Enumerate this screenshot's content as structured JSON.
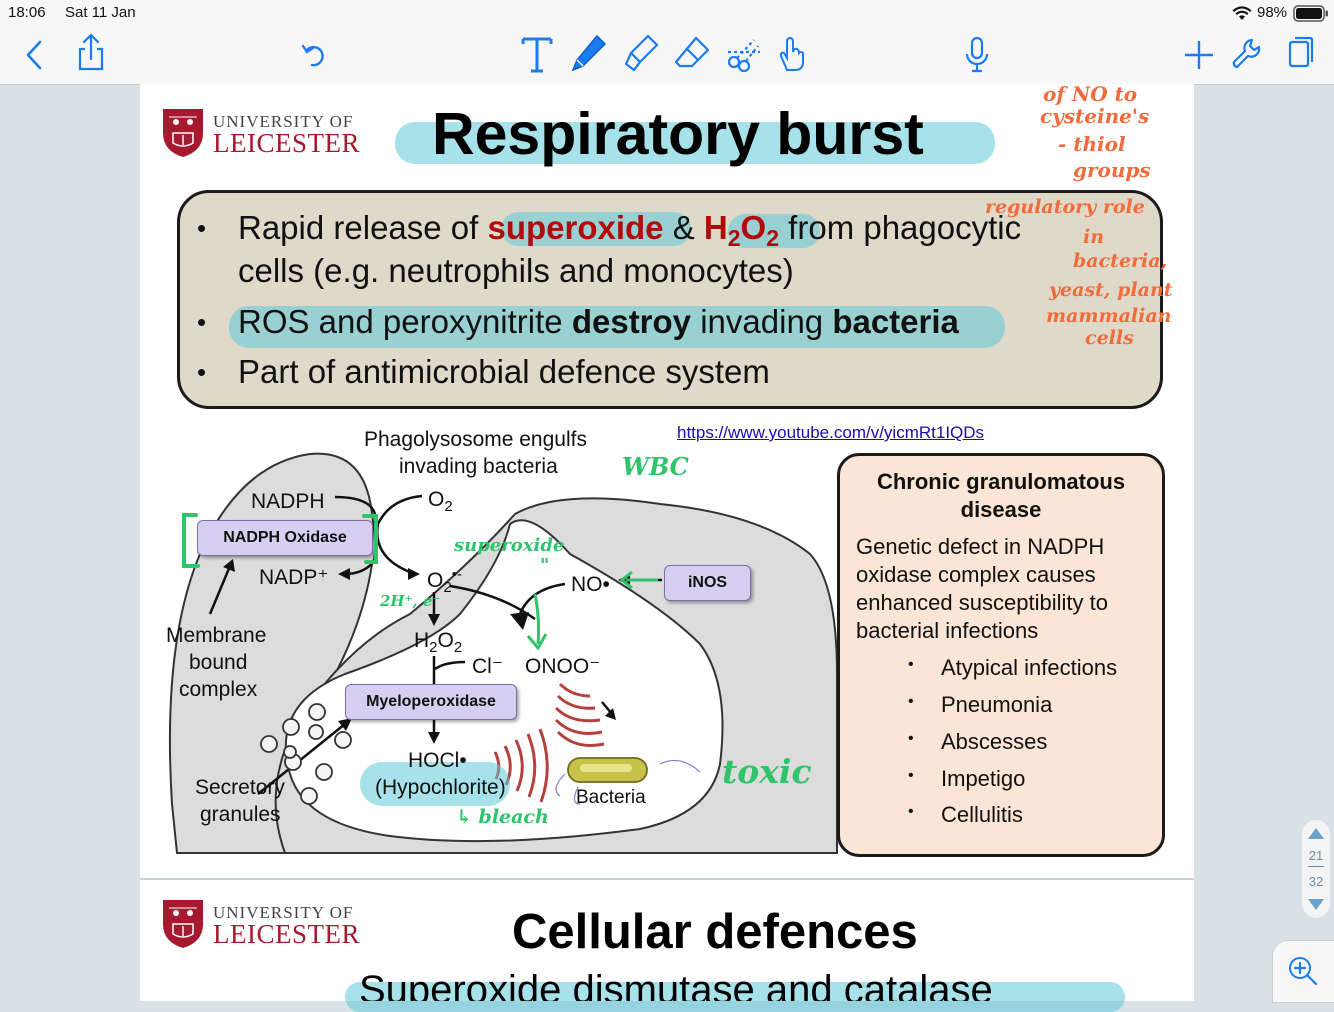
{
  "status_bar": {
    "time": "18:06",
    "date": "Sat 11 Jan",
    "battery": "98%"
  },
  "toolbar": {
    "left_icons": [
      "back-icon",
      "share-icon",
      "undo-icon"
    ],
    "center_icons": [
      "text-tool-icon",
      "pen-icon",
      "highlighter-icon",
      "eraser-icon",
      "lasso-scissors-icon",
      "hand-touch-icon"
    ],
    "right_icons": [
      "microphone-icon",
      "add-icon",
      "wrench-icon",
      "pages-icon"
    ]
  },
  "slide1": {
    "logo_line1": "UNIVERSITY OF",
    "logo_line2": "LEICESTER",
    "title": "Respiratory burst",
    "bullets": {
      "b1_pre": "Rapid release of ",
      "b1_superoxide": "superoxide",
      "b1_amp": " & ",
      "b1_h": "H",
      "b1_2a": "2",
      "b1_o": "O",
      "b1_2b": "2",
      "b1_post": " from phagocytic",
      "b1_line2": "cells (e.g. neutrophils and monocytes)",
      "b2_pre": "ROS and peroxynitrite ",
      "b2_destroy": "destroy",
      "b2_mid": " invading ",
      "b2_bacteria": "bacteria",
      "b3": "Part of antimicrobial defence system",
      "bullet_char": "•"
    },
    "diagram": {
      "caption1": "Phagolysosome engulfs",
      "caption2": "invading bacteria",
      "nadph": "NADPH",
      "nadph_oxidase": "NADPH Oxidase",
      "nadp": "NADP⁺",
      "o2_top": "O",
      "o2_top_sub": "2",
      "o2_rad": "O",
      "o2_rad_sub": "2",
      "o2_rad_sup": "•-",
      "h2o2_h": "H",
      "h2o2_s1": "2",
      "h2o2_o": "O",
      "h2o2_s2": "2",
      "cl": "Cl⁻",
      "onoo": "ONOO⁻",
      "no": "NO•",
      "inos": "iNOS",
      "myeloperoxidase": "Myeloperoxidase",
      "hocl": "HOCl•",
      "hypochlorite": "(Hypochlorite)",
      "bacteria": "Bacteria",
      "membrane1": "Membrane",
      "membrane2": "bound",
      "membrane3": "complex",
      "secretory1": "Secretory",
      "secretory2": "granules"
    },
    "link": "https://www.youtube.com/v/yicmRt1IQDs",
    "cgd": {
      "title1": "Chronic granulomatous",
      "title2": "disease",
      "desc1": "Genetic defect in NADPH",
      "desc2": "oxidase complex causes",
      "desc3": "enhanced susceptibility to",
      "desc4": "bacterial infections",
      "items": [
        "Atypical infections",
        "Pneumonia",
        "Abscesses",
        "Impetigo",
        "Cellulitis"
      ]
    }
  },
  "slide2": {
    "logo_line1": "UNIVERSITY OF",
    "logo_line2": "LEICESTER",
    "title": "Cellular defences",
    "subtitle": "Superoxide dismutase and catalase"
  },
  "handwriting": {
    "orange": [
      "of NO to",
      "cysteine's",
      "- thiol",
      "groups",
      "regulatory role",
      "in",
      "bacteria,",
      "yeast, plant",
      "mammalian",
      "cells"
    ],
    "green": {
      "wbc": "WBC",
      "superoxide": "superoxide",
      "quote": "\"",
      "twohplus": "2H⁺, e⁻",
      "bleach": "↳ bleach",
      "toxic": "toxic"
    }
  },
  "page_scroller": {
    "current": "21",
    "total": "32"
  },
  "colors": {
    "accent_blue": "#1a7cf0",
    "highlight_cyan": "#5fc8d7",
    "leicester_red": "#a6192e",
    "box_beige": "#dfd9c9",
    "box_peach": "#fbe5d6",
    "protein_lilac": "#d7cff1",
    "ink_orange": "#f26b3a",
    "ink_green": "#2fc46a"
  }
}
